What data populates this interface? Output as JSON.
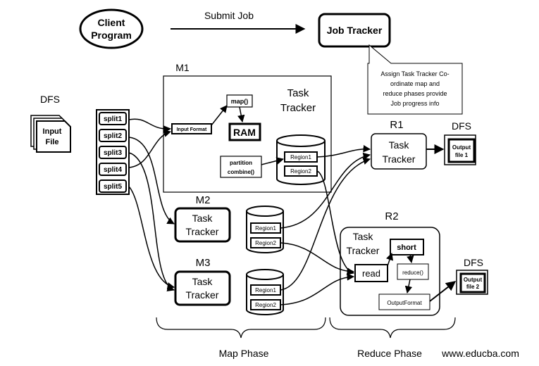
{
  "client": {
    "line1": "Client",
    "line2": "Program"
  },
  "submit_job": "Submit Job",
  "job_tracker": "Job Tracker",
  "job_note": [
    "Assign Task Tracker Co-",
    "ordinate map and",
    "reduce phases provide",
    "Job progress info"
  ],
  "dfs_left": "DFS",
  "input_file": {
    "line1": "Input",
    "line2": "File"
  },
  "splits": [
    "split1",
    "split2",
    "split3",
    "split4",
    "split5"
  ],
  "m1": {
    "label": "M1",
    "tracker": [
      "Task",
      "Tracker"
    ],
    "input_format": "Input Format",
    "map": "map()",
    "ram": "RAM",
    "partition": "partition",
    "combine": "combine()",
    "region1": "Region1",
    "region2": "Region2"
  },
  "m2": {
    "label": "M2",
    "tracker": [
      "Task",
      "Tracker"
    ],
    "region1": "Region1",
    "region2": "Region2"
  },
  "m3": {
    "label": "M3",
    "tracker": [
      "Task",
      "Tracker"
    ],
    "region1": "Region1",
    "region2": "Region2"
  },
  "r1": {
    "label": "R1",
    "tracker": [
      "Task",
      "Tracker"
    ]
  },
  "dfs_r1": "DFS",
  "output_r1": {
    "line1": "Output",
    "line2": "file 1"
  },
  "r2": {
    "label": "R2",
    "tracker": [
      "Task",
      "Tracker"
    ],
    "short": "short",
    "read": "read",
    "reduce": "reduce()",
    "output_format": "OutputFormat"
  },
  "dfs_r2": "DFS",
  "output_r2": {
    "line1": "Output",
    "line2": "file 2"
  },
  "map_phase": "Map Phase",
  "reduce_phase": "Reduce Phase",
  "watermark": "www.educba.com"
}
